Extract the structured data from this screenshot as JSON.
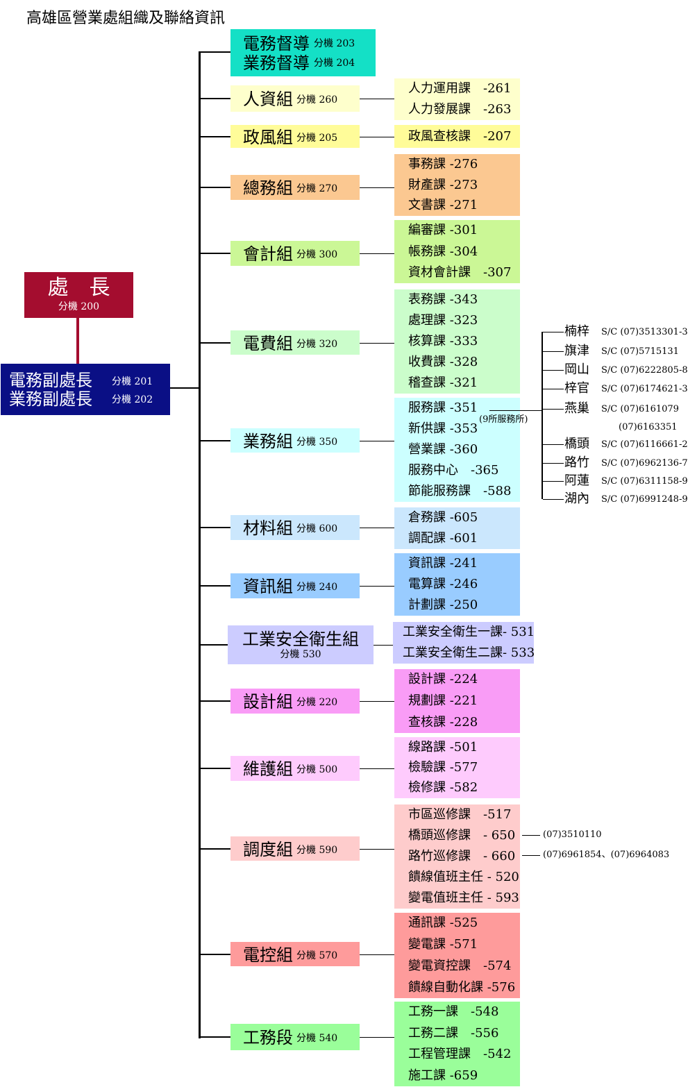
{
  "title": "高雄區營業處組織及聯絡資訊",
  "director": {
    "name": "處　長",
    "ext": "分機 200"
  },
  "deputies": [
    {
      "name": "電務副處長",
      "ext": "分機 201"
    },
    {
      "name": "業務副處長",
      "ext": "分機 202"
    }
  ],
  "supervisors": [
    {
      "name": "電務督導",
      "ext": "分機 203"
    },
    {
      "name": "業務督導",
      "ext": "分機 204"
    }
  ],
  "groups": [
    {
      "name": "人資組",
      "ext": "分機 260",
      "sections": [
        "人力運用課　-261",
        "人力發展課　-263"
      ]
    },
    {
      "name": "政風組",
      "ext": "分機 205",
      "sections": [
        "政風查核課　-207"
      ]
    },
    {
      "name": "總務組",
      "ext": "分機 270",
      "sections": [
        "事務課 -276",
        "財產課 -273",
        "文書課 -271"
      ]
    },
    {
      "name": "會計組",
      "ext": "分機 300",
      "sections": [
        "編審課 -301",
        "帳務課 -304",
        "資材會計課　-307"
      ]
    },
    {
      "name": "電費組",
      "ext": "分機 320",
      "sections": [
        "表務課 -343",
        "處理課 -323",
        "核算課 -333",
        "收費課 -328",
        "稽查課 -321"
      ]
    },
    {
      "name": "業務組",
      "ext": "分機 350",
      "sections": [
        "服務課 -351",
        "新供課 -353",
        "營業課 -360",
        "服務中心　-365",
        "節能服務課　-588"
      ]
    },
    {
      "name": "材料組",
      "ext": "分機 600",
      "sections": [
        "倉務課 -605",
        "調配課 -601"
      ]
    },
    {
      "name": "資訊組",
      "ext": "分機 240",
      "sections": [
        "資訊課 -241",
        "電算課 -246",
        "計劃課 -250"
      ]
    },
    {
      "name": "工業安全衛生組",
      "ext": "分機 530",
      "sections": [
        "工業安全衛生一課- 531",
        "工業安全衛生二課- 533"
      ]
    },
    {
      "name": "設計組",
      "ext": "分機 220",
      "sections": [
        "設計課 -224",
        "規劃課 -221",
        "查核課 -228"
      ]
    },
    {
      "name": "維護組",
      "ext": "分機 500",
      "sections": [
        "線路課 -501",
        "檢驗課 -577",
        "檢修課 -582"
      ]
    },
    {
      "name": "調度組",
      "ext": "分機 590",
      "sections": [
        "市區巡修課　-517",
        "橋頭巡修課　- 650",
        "路竹巡修課　- 660",
        "饋線值班主任 - 520",
        "變電值班主任 - 593"
      ]
    },
    {
      "name": "電控組",
      "ext": "分機 570",
      "sections": [
        "通訊課 -525",
        "變電課 -571",
        "變電資控課　-574",
        "饋線自動化課 -576"
      ]
    },
    {
      "name": "工務段",
      "ext": "分機 540",
      "sections": [
        "工務一課　-548",
        "工務二課　-556",
        "工程管理課　-542",
        "施工課 -659"
      ]
    }
  ],
  "service_note": "(9所服務所)",
  "service_offices": [
    {
      "name": "楠梓",
      "phone": "S/C (07)3513301-3"
    },
    {
      "name": "旗津",
      "phone": "S/C (07)5715131"
    },
    {
      "name": "岡山",
      "phone": "S/C (07)6222805-8"
    },
    {
      "name": "梓官",
      "phone": "S/C (07)6174621-3"
    },
    {
      "name": "燕巢",
      "phone": "S/C (07)6161079"
    },
    {
      "name": "",
      "phone": "(07)6163351"
    },
    {
      "name": "橋頭",
      "phone": "S/C (07)6116661-2"
    },
    {
      "name": "路竹",
      "phone": "S/C (07)6962136-7"
    },
    {
      "name": "阿蓮",
      "phone": "S/C (07)6311158-9"
    },
    {
      "name": "湖內",
      "phone": "S/C (07)6991248-9"
    }
  ],
  "patrol_phones": [
    "(07)3510110",
    "(07)6961854、(07)6964083"
  ],
  "colors": {
    "director": "#a40d2f",
    "deputy": "#0a0f85",
    "supervisor": "#14e0c6"
  }
}
